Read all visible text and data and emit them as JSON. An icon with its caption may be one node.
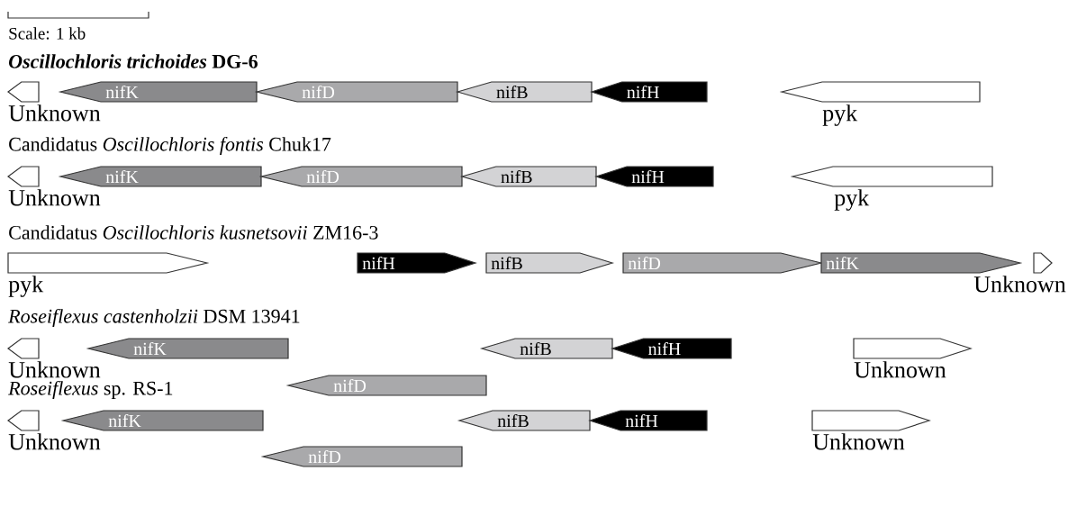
{
  "diagram": {
    "nodes": [
      {
        "text": [
          "Unknown"
        ]
      },
      {
        "text": [
          "nifK"
        ]
      },
      {
        "text": [
          "nifD"
        ]
      },
      {
        "text": [
          "nifB"
        ]
      },
      {
        "text": [
          "nifH"
        ]
      },
      {
        "text": [
          "pyk"
        ]
      },
      {
        "text": [
          "Unknown"
        ]
      },
      {
        "text": [
          "nifK"
        ]
      },
      {
        "text": [
          "nifD"
        ]
      },
      {
        "text": [
          "nifB"
        ]
      },
      {
        "text": [
          "nifH"
        ]
      },
      {
        "text": [
          "pyk"
        ]
      },
      {
        "text": [
          "pyk"
        ]
      },
      {
        "text": [
          "nifH"
        ]
      },
      {
        "text": [
          "nifB"
        ]
      },
      {
        "text": [
          "nifD"
        ]
      },
      {
        "text": [
          "nifK"
        ]
      },
      {
        "text": [
          "Unknown"
        ]
      },
      {
        "text": [
          "Unknown"
        ]
      },
      {
        "text": [
          "nifK"
        ]
      },
      {
        "text": [
          "nifB"
        ]
      },
      {
        "text": [
          "nifH"
        ]
      },
      {
        "text": [
          "Unknown"
        ]
      },
      {
        "text": [
          "nifD"
        ]
      },
      {
        "text": [
          "Unknown"
        ]
      },
      {
        "text": [
          "nifK"
        ]
      },
      {
        "text": [
          "nifB"
        ]
      },
      {
        "text": [
          "nifH"
        ]
      },
      {
        "text": [
          "Unknown"
        ]
      },
      {
        "text": [
          "nifD"
        ]
      }
    ],
    "labels": [
      "Scale: 1 kb",
      "*Oscillochloris trichoides* DG-6",
      "Candidatus *Oscillochloris fontis* Chuk17",
      "Candidatus *Oscillochloris kusnetsovii* ZM16-3",
      "*Roseiflexus castenholzii* DSM 13941",
      "*Roseiflexus* sp. RS-1"
    ]
  }
}
